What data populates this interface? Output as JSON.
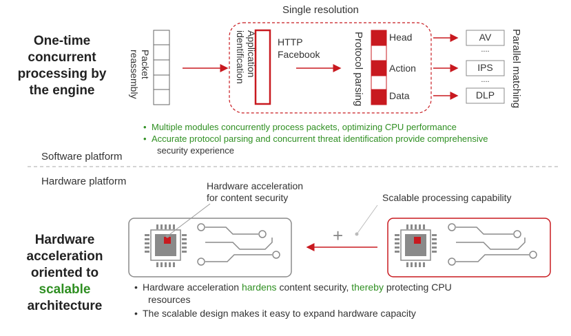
{
  "top": {
    "title": "Single resolution",
    "left_heading": "One-time concurrent processing by the engine",
    "packet_reassembly": "Packet reassembly",
    "app_identification": "Application identification",
    "http": "HTTP",
    "facebook": "Facebook",
    "protocol_parsing": "Protocol parsing",
    "parts": [
      "Head",
      "Action",
      "Data"
    ],
    "modules": [
      "AV",
      "IPS",
      "DLP"
    ],
    "dots": "....",
    "parallel_matching": "Parallel matching",
    "bullets": [
      "Multiple modules concurrently process packets, optimizing CPU performance",
      "Accurate protocol parsing and concurrent threat identification provide comprehensive",
      "security experience"
    ]
  },
  "software_platform": "Software platform",
  "hardware_platform": "Hardware  platform",
  "bottom": {
    "left_heading_1": "Hardware acceleration oriented to",
    "left_heading_green": "scalable",
    "left_heading_2": "architecture",
    "callout_hw_1": "Hardware acceleration",
    "callout_hw_2": "for content security",
    "callout_scalable": "Scalable processing capability",
    "plus": "+",
    "bullet1_a": "Hardware acceleration ",
    "bullet1_green1": "hardens",
    "bullet1_b": " content security, ",
    "bullet1_green2": "thereby",
    "bullet1_c": " protecting CPU",
    "bullet1_d": "resources",
    "bullet2": "The scalable design makes it easy to expand hardware capacity",
    "bullet_marker": "•"
  },
  "colors": {
    "red": "#c8191f",
    "green": "#2f8f22",
    "gray": "#7f7f7f"
  }
}
